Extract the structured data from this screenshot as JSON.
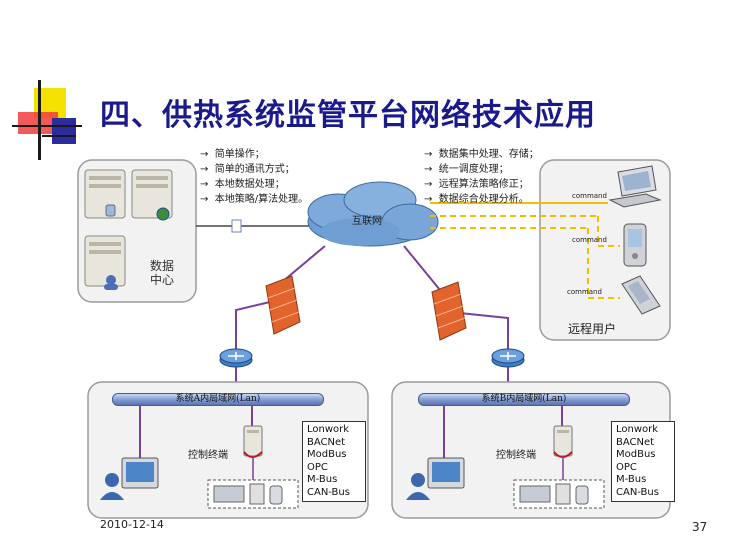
{
  "title": "四、供热系统监管平台网络技术应用",
  "left_bullets": [
    "简单操作；",
    "简单的通讯方式；",
    "本地数据处理；",
    "本地策略/算法处理。"
  ],
  "right_bullets": [
    "数据集中处理、存储；",
    "统一调度处理；",
    "远程算法策略修正；",
    "数据综合处理分析。"
  ],
  "data_center_label": "数据\n中心",
  "internet_label": "互联网",
  "remote_user_label": "远程用户",
  "commands": [
    "command",
    "command",
    "command"
  ],
  "lan_a_label": "系统A内局域网(Lan)",
  "lan_b_label": "系统B内局域网(Lan)",
  "control_terminal_label": "控制终端",
  "protocols": [
    "Lonwork",
    "BACNet",
    "ModBus",
    "OPC",
    "M-Bus",
    "CAN-Bus"
  ],
  "footer_date": "2010-12-14",
  "page_number": "37",
  "colors": {
    "title": "#1a1a8c",
    "yellow_line": "#f0c000",
    "purple_line": "#7a3f9a",
    "panel_bg": "#f2f2f2"
  }
}
